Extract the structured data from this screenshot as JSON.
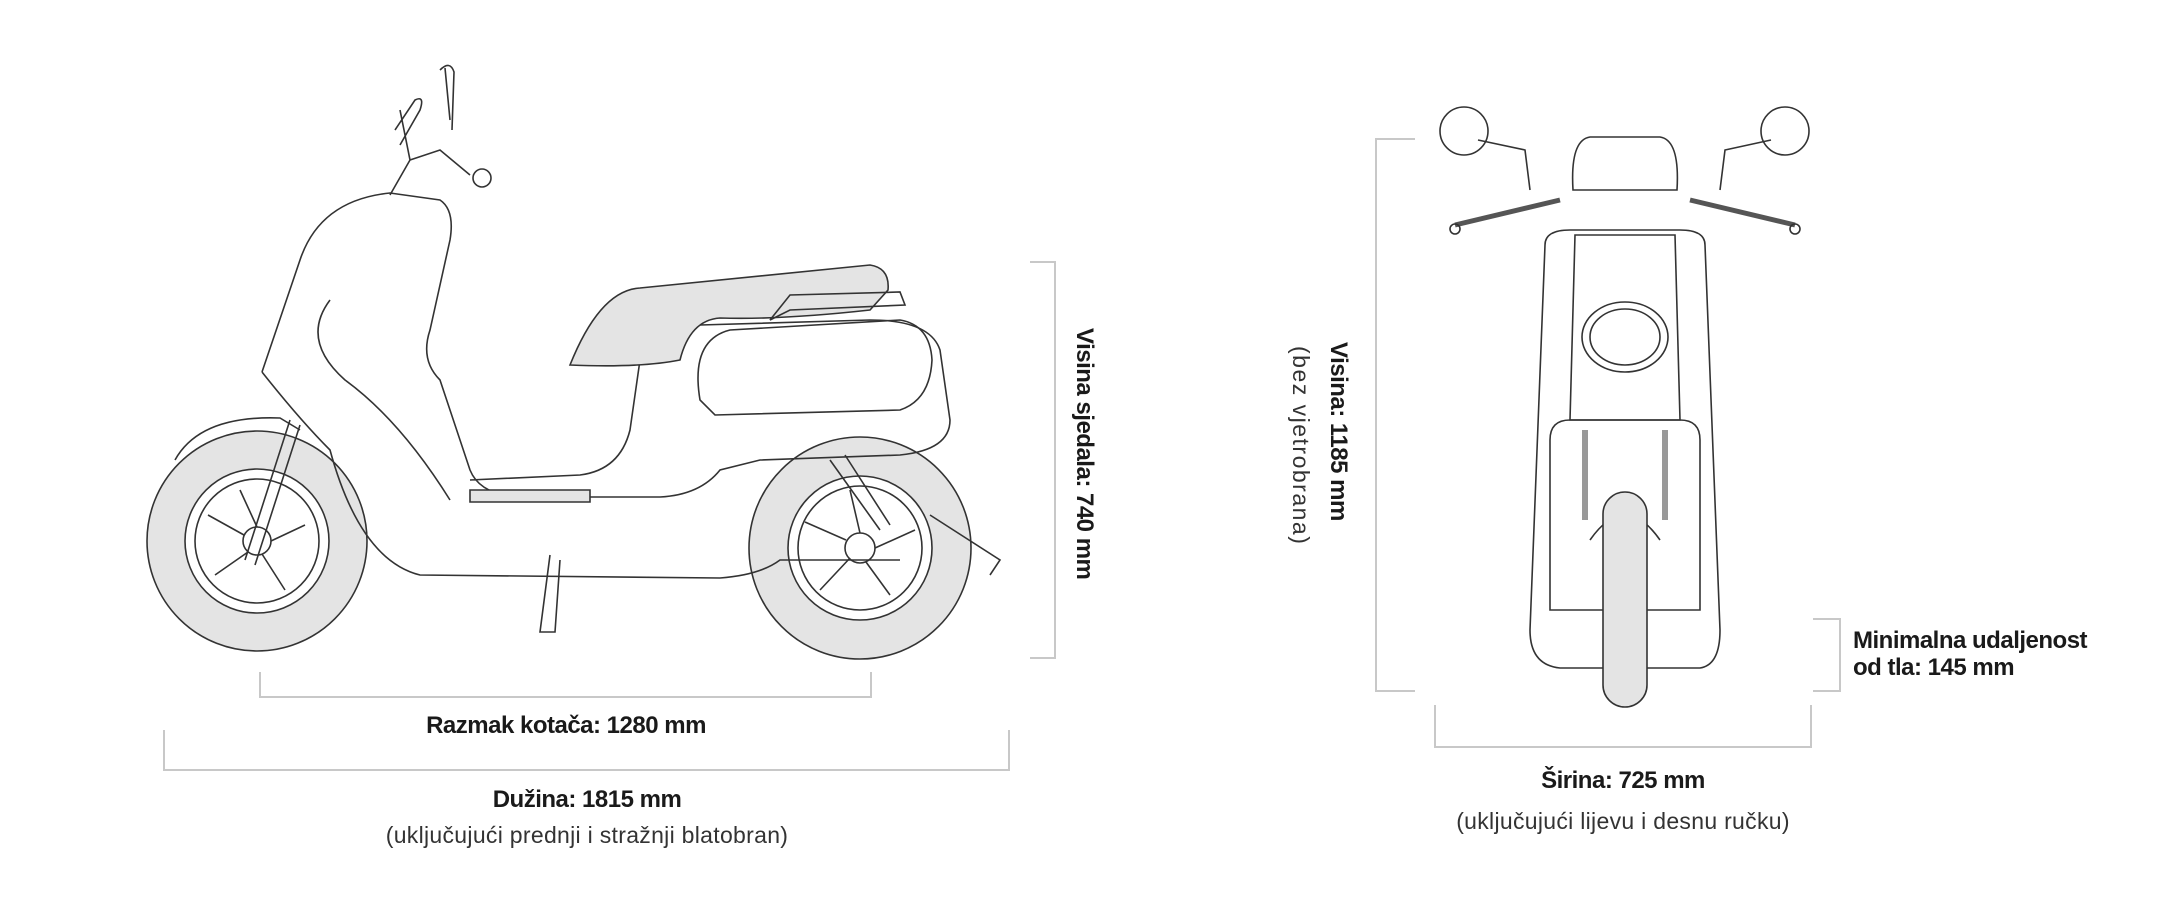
{
  "side_view": {
    "wheelbase": "Razmak kotača: 1280 mm",
    "length": "Dužina: 1815 mm",
    "length_note": "(uključujući prednji i stražnji blatobran)",
    "seat_height": "Visina sjedala: 740 mm"
  },
  "front_view": {
    "height": "Visina: 1185 mm",
    "height_note": "(bez vjetrobrana)",
    "width": "Širina: 725 mm",
    "width_note": "(uključujući lijevu i desnu ručku)",
    "ground_clearance_line1": "Minimalna udaljenost",
    "ground_clearance_line2": "od tla: 145 mm"
  },
  "colors": {
    "line": "#c8c8c8",
    "fill": "#e4e4e4",
    "stroke": "#333333"
  }
}
